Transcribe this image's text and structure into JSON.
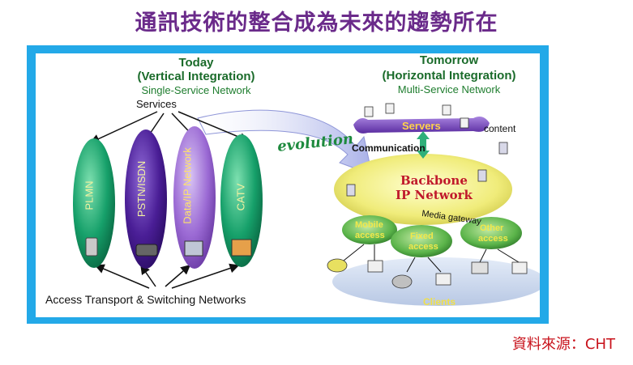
{
  "title": "通訊技術的整合成為未來的趨勢所在",
  "source": "資料來源：CHT",
  "today": {
    "heading": "Today",
    "subheading": "(Vertical Integration)",
    "caption": "Single-Service Network",
    "services": "Services",
    "networks": [
      "PLMN",
      "PSTN/ISDN",
      "Data/IP Network",
      "CATV"
    ],
    "access": "Access Transport & Switching Networks"
  },
  "evolution": "evolution",
  "tomorrow": {
    "heading": "Tomorrow",
    "subheading": "(Horizontal Integration)",
    "caption": "Multi-Service Network",
    "servers": "Servers",
    "content": "content",
    "communication": "Communication",
    "backbone": "Backbone",
    "ip_network": "IP Network",
    "media_gateway": "Media gateway",
    "mobile_access_1": "Mobile",
    "mobile_access_2": "access",
    "fixed_access_1": "Fixed",
    "fixed_access_2": "access",
    "other_access_1": "Other",
    "other_access_2": "access",
    "clients": "Clients"
  },
  "colors": {
    "title": "#6a2a8a",
    "frame": "#23a9e8",
    "source": "#c8121b",
    "green_oval": "#1aa86a",
    "purple_oval": "#5b2aa0",
    "backbone": "#f4f08a",
    "backbone_text": "#c0182b"
  }
}
